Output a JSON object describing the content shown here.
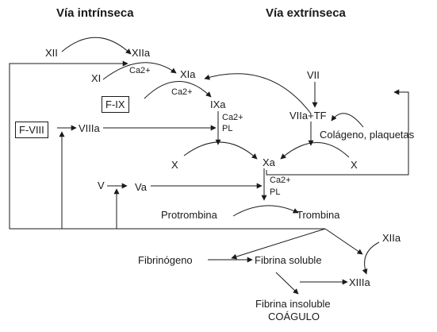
{
  "headers": {
    "intrinsic": "Vía intrínseca",
    "extrinsic": "Vía extrínseca"
  },
  "factors": {
    "xii": "XII",
    "xiia_top": "XIIa",
    "xi": "XI",
    "xia": "XIa",
    "fix": "F-IX",
    "ixa": "IXa",
    "fviii": "F-VIII",
    "viiia": "VIIIa",
    "vii": "VII",
    "viia_tf": "VIIa+TF",
    "collagen": "Colágeno, plaquetas",
    "x_left": "X",
    "xa": "Xa",
    "x_right": "X",
    "v": "V",
    "va": "Va",
    "prothrombin": "Protrombina",
    "thrombin": "Trombina",
    "xiia_bottom": "XIIa",
    "fibrinogen": "Fibrinógeno",
    "soluble_fibrin": "Fibrina soluble",
    "xiiia": "XIIIa",
    "insoluble_fibrin": "Fibrina insoluble",
    "clot": "COÁGULO"
  },
  "cofactors": {
    "ca_xi": "Ca2+",
    "ca_ix": "Ca2+",
    "ca_ixa": "Ca2+",
    "pl_ixa": "PL",
    "ca_xa": "Ca2+",
    "pl_xa": "PL"
  }
}
